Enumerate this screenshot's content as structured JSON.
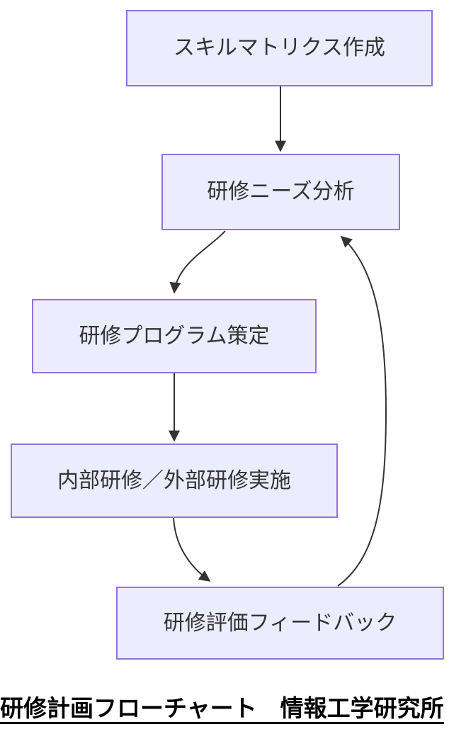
{
  "diagram": {
    "type": "flowchart",
    "direction": "top-down",
    "title": "研修計画フローチャート　情報工学研究所",
    "nodes": [
      {
        "id": "skill-matrix",
        "label": "スキルマトリクス作成"
      },
      {
        "id": "needs-analysis",
        "label": "研修ニーズ分析"
      },
      {
        "id": "program-planning",
        "label": "研修プログラム策定"
      },
      {
        "id": "training-implementation",
        "label": "内部研修／外部研修実施"
      },
      {
        "id": "evaluation-feedback",
        "label": "研修評価フィードバック"
      }
    ],
    "edges": [
      {
        "from": "スキルマトリクス作成",
        "to": "研修ニーズ分析",
        "style": "straight"
      },
      {
        "from": "研修ニーズ分析",
        "to": "研修プログラム策定",
        "style": "curved-left"
      },
      {
        "from": "研修プログラム策定",
        "to": "内部研修／外部研修実施",
        "style": "straight"
      },
      {
        "from": "内部研修／外部研修実施",
        "to": "研修評価フィードバック",
        "style": "curved-right"
      },
      {
        "from": "研修評価フィードバック",
        "to": "研修ニーズ分析",
        "style": "feedback-loop-right"
      }
    ],
    "colors": {
      "node_fill": "#ECECFF",
      "node_border": "#9370DB",
      "node_text": "#333333",
      "edge": "#333333",
      "title_text": "#000000",
      "background": "#FFFFFF"
    }
  }
}
